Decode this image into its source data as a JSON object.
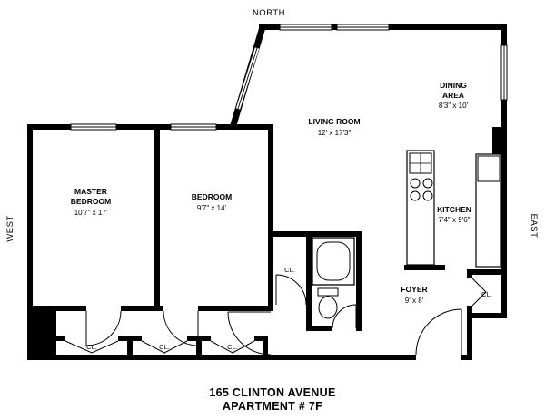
{
  "compass": {
    "north": "NORTH",
    "west": "WEST",
    "east": "EAST"
  },
  "rooms": {
    "master_bedroom": {
      "name_line1": "MASTER",
      "name_line2": "BEDROOM",
      "dims": "10'7\" x 17'"
    },
    "bedroom": {
      "name_line1": "BEDROOM",
      "dims": "9'7\" x 14'"
    },
    "living_room": {
      "name_line1": "LIVING ROOM",
      "dims": "12' x 17'3\""
    },
    "dining_area": {
      "name_line1": "DINING",
      "name_line2": "AREA",
      "dims": "8'3\" x 10'"
    },
    "kitchen": {
      "name_line1": "KITCHEN",
      "dims": "7'4\" x 9'6\""
    },
    "foyer": {
      "name_line1": "FOYER",
      "dims": "9' x 8'"
    }
  },
  "labels": {
    "closet": "CL."
  },
  "title": {
    "line1": "165 CLINTON AVENUE",
    "line2": "APARTMENT # 7F"
  },
  "colors": {
    "walls": "#000000",
    "background": "#ffffff"
  }
}
